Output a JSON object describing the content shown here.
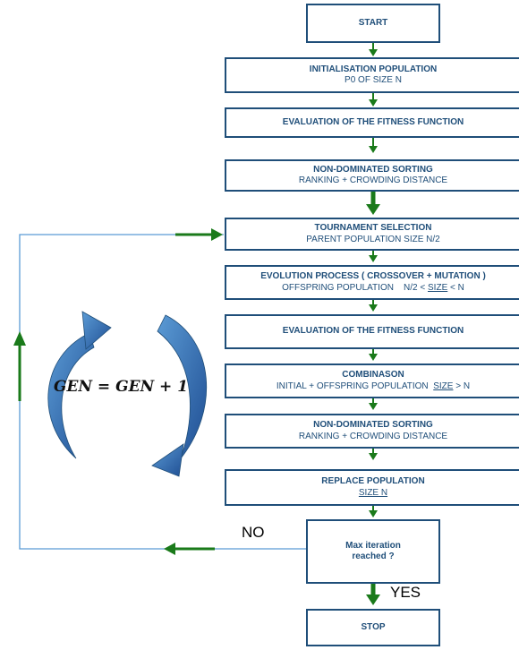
{
  "nodes": {
    "start": "START",
    "init": {
      "line1": "INITIALISATION POPULATION",
      "line2": "P0 OF SIZE N"
    },
    "eval1": "EVALUATION OF THE FITNESS FUNCTION",
    "sort1": {
      "line1": "NON-DOMINATED SORTING",
      "line2": "RANKING + CROWDING DISTANCE"
    },
    "tournament": {
      "line1": "TOURNAMENT SELECTION",
      "line2": "PARENT POPULATION  SIZE N/2"
    },
    "evolution": {
      "line1": "EVOLUTION PROCESS ( CROSSOVER + MUTATION )",
      "line2_pre": "OFFSPRING POPULATION    N/2 < ",
      "line2_u": "SIZE",
      "line2_post": " < N"
    },
    "eval2": "EVALUATION OF THE FITNESS FUNCTION",
    "combine": {
      "line1": "COMBINASON",
      "line2_pre": "INITIAL + OFFSPRING POPULATION  ",
      "line2_u": "SIZE",
      "line2_post": " > N"
    },
    "sort2": {
      "line1": "NON-DOMINATED SORTING",
      "line2": "RANKING + CROWDING DISTANCE"
    },
    "replace": {
      "line1": "REPLACE POPULATION",
      "line2": "SIZE N"
    },
    "decision": {
      "line1": "Max iteration",
      "line2": "reached ?"
    },
    "stop": "STOP"
  },
  "labels": {
    "no": "NO",
    "yes": "YES"
  },
  "formula": "GEN = GEN + 1",
  "colors": {
    "box_border": "#1f4e79",
    "arrow": "#1a7a1a",
    "loop_line": "#5b9bd5",
    "cycle_arrow": "#2f6db5"
  }
}
